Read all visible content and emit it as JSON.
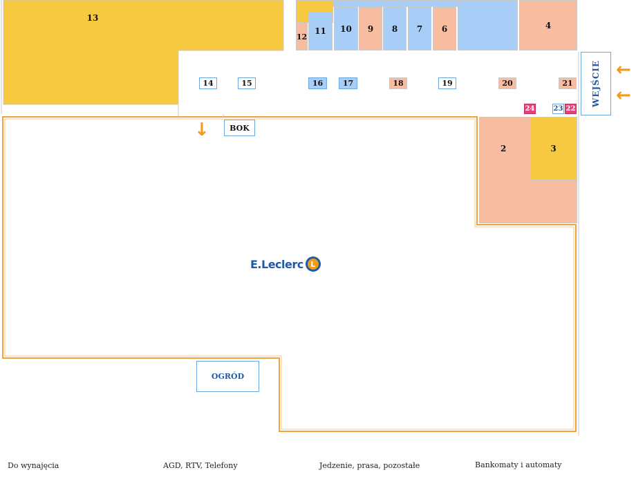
{
  "colors": {
    "rent": "#f7c940",
    "agd": "#a8cdf6",
    "food": "#f8bda0",
    "atm": "#e0447a",
    "accent_orange": "#f29a1a",
    "brand_blue": "#1f5aa6"
  },
  "units": {
    "u13": "13",
    "u12": "12",
    "u11": "11",
    "u10": "10",
    "u9": "9",
    "u8": "8",
    "u7": "7",
    "u6": "6",
    "u4": "4",
    "u2": "2",
    "u3": "3",
    "u14": "14",
    "u15": "15",
    "u16": "16",
    "u17": "17",
    "u18": "18",
    "u19": "19",
    "u20": "20",
    "u21": "21",
    "u22": "22",
    "u23": "23",
    "u24": "24"
  },
  "labels": {
    "entrance": "WEJŚCIE",
    "bok": "BOK",
    "garden": "OGRÓD",
    "store_brand": "E.Leclerc",
    "store_logo_letter": "L"
  },
  "icons": [
    "entrance-arrow-icon",
    "entrance-arrow-icon",
    "down-arrow-icon"
  ],
  "legend": {
    "rent": "Do wynajęcia",
    "agd": "AGD, RTV, Telefony",
    "food": "Jedzenie, prasa, pozostałe",
    "atm": "Bankomaty i automaty"
  }
}
